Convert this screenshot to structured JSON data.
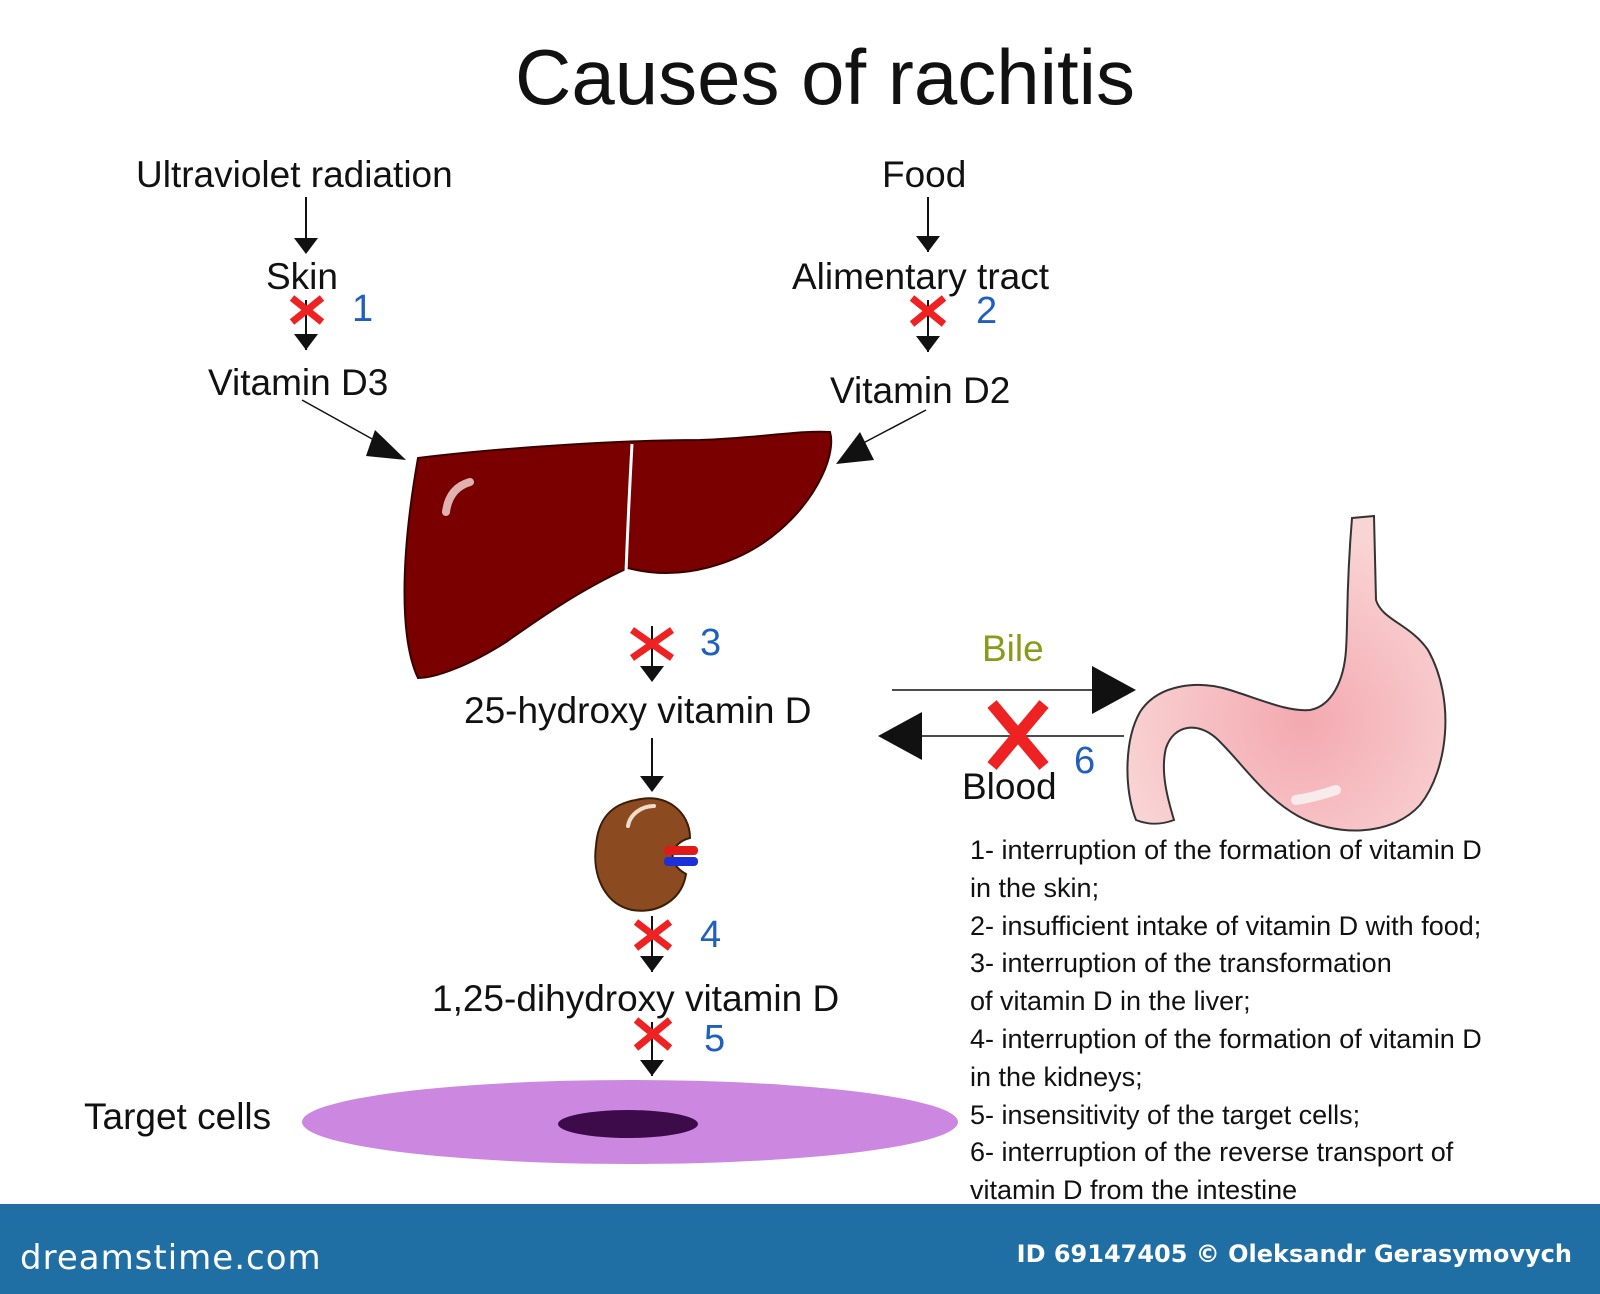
{
  "title": "Causes of rachitis",
  "nodes": {
    "ultraviolet": "Ultraviolet radiation",
    "food": "Food",
    "skin": "Skin",
    "alimentary": "Alimentary tract",
    "vitamin_d3": "Vitamin D3",
    "vitamin_d2": "Vitamin D2",
    "hydroxy": "25-hydroxy vitamin D",
    "dihydroxy": "1,25-dihydroxy vitamin D",
    "target_cells": "Target cells",
    "bile": "Bile",
    "blood": "Blood"
  },
  "block_markers": [
    "1",
    "2",
    "3",
    "4",
    "5",
    "6"
  ],
  "legend": [
    "1- interruption of the formation of vitamin D",
    "in the skin;",
    "2- insufficient intake of vitamin D with food;",
    "3- interruption of the transformation",
    "of vitamin D in the liver;",
    "4- interruption of the formation of vitamin D",
    "in the kidneys;",
    "5- insensitivity of the target cells;",
    "6- interruption of the reverse transport of",
    "vitamin D from the intestine"
  ],
  "footer": {
    "logo": "dreamstime.com",
    "credit": "ID 69147405 © Oleksandr Gerasymovych"
  },
  "colors": {
    "liver": "#7a0000",
    "stomach": "#f7c9c9",
    "kidney": "#8b4a1f",
    "target_cell": "#cc88e0",
    "nucleus": "#3d0a4a",
    "block_cross": "#ee2222",
    "marker_number": "#1f5fbf",
    "bile_label": "#8a9a1a",
    "footer_bar": "#1f6fa5"
  }
}
